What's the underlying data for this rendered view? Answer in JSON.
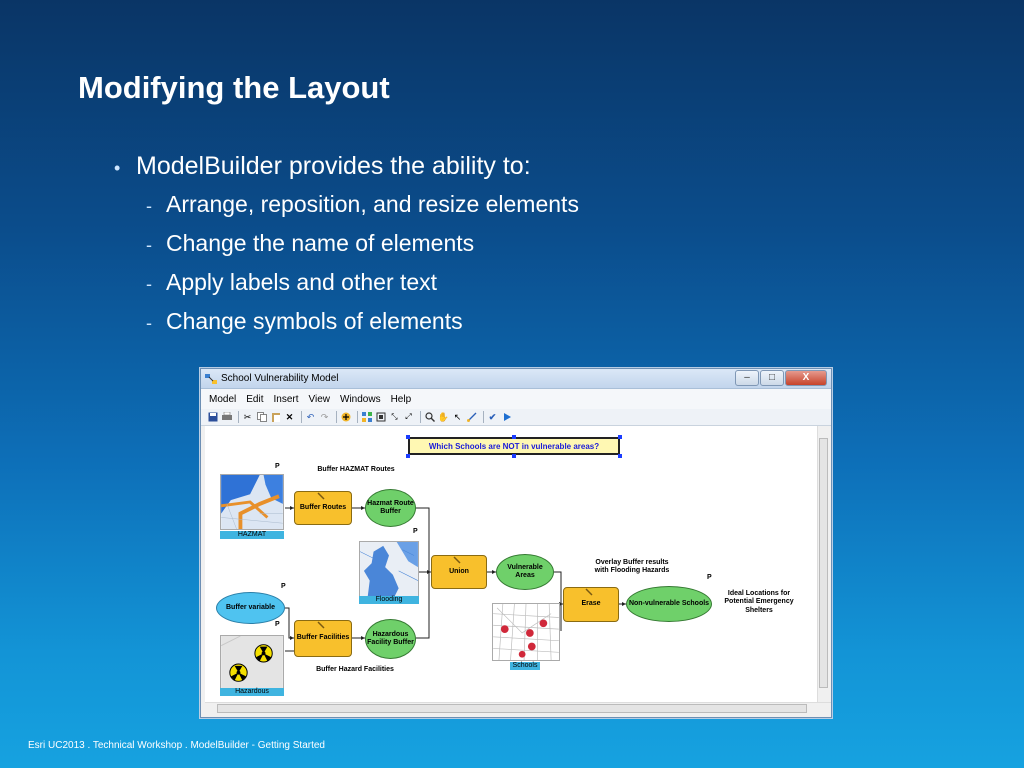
{
  "slide": {
    "title": "Modifying the Layout",
    "bullet": "ModelBuilder provides the ability to:",
    "sub_items": [
      "Arrange, reposition, and resize elements",
      "Change the name of elements",
      "Apply labels and other text",
      "Change symbols of elements"
    ],
    "footer": "Esri UC2013 . Technical Workshop . ModelBuilder - Getting Started"
  },
  "window": {
    "title": "School Vulnerability Model",
    "menu": [
      "Model",
      "Edit",
      "Insert",
      "View",
      "Windows",
      "Help"
    ],
    "controls": {
      "minimize": "–",
      "maximize": "□",
      "close": "X"
    }
  },
  "diagram": {
    "question": "Which Schools are NOT in vulnerable areas?",
    "label_buffer_hazmat": "Buffer HAZMAT Routes",
    "label_buffer_hazard": "Buffer Hazard Facilities",
    "label_overlay": "Overlay Buffer results with Flooding Hazards",
    "label_ideal": "Ideal Locations for Potential Emergency Shelters",
    "p": "P",
    "layers": {
      "hazmat": "HAZMAT",
      "flooding": "Flooding",
      "hazardous": "Hazardous",
      "schools": "Schools"
    },
    "tools": {
      "buffer_routes": "Buffer Routes",
      "buffer_facilities": "Buffer Facilities",
      "union": "Union",
      "erase": "Erase"
    },
    "data": {
      "hazmat_route_buffer": "Hazmat Route Buffer",
      "hazardous_facility_buffer": "Hazardous Facility Buffer",
      "vulnerable_areas": "Vulnerable Areas",
      "non_vulnerable_schools": "Non-vulnerable Schools"
    },
    "variable": "Buffer variable"
  },
  "colors": {
    "tool": "#f8c02c",
    "data": "#6fd06a",
    "variable": "#4fc3f0",
    "question_text": "#1b1bd8"
  }
}
